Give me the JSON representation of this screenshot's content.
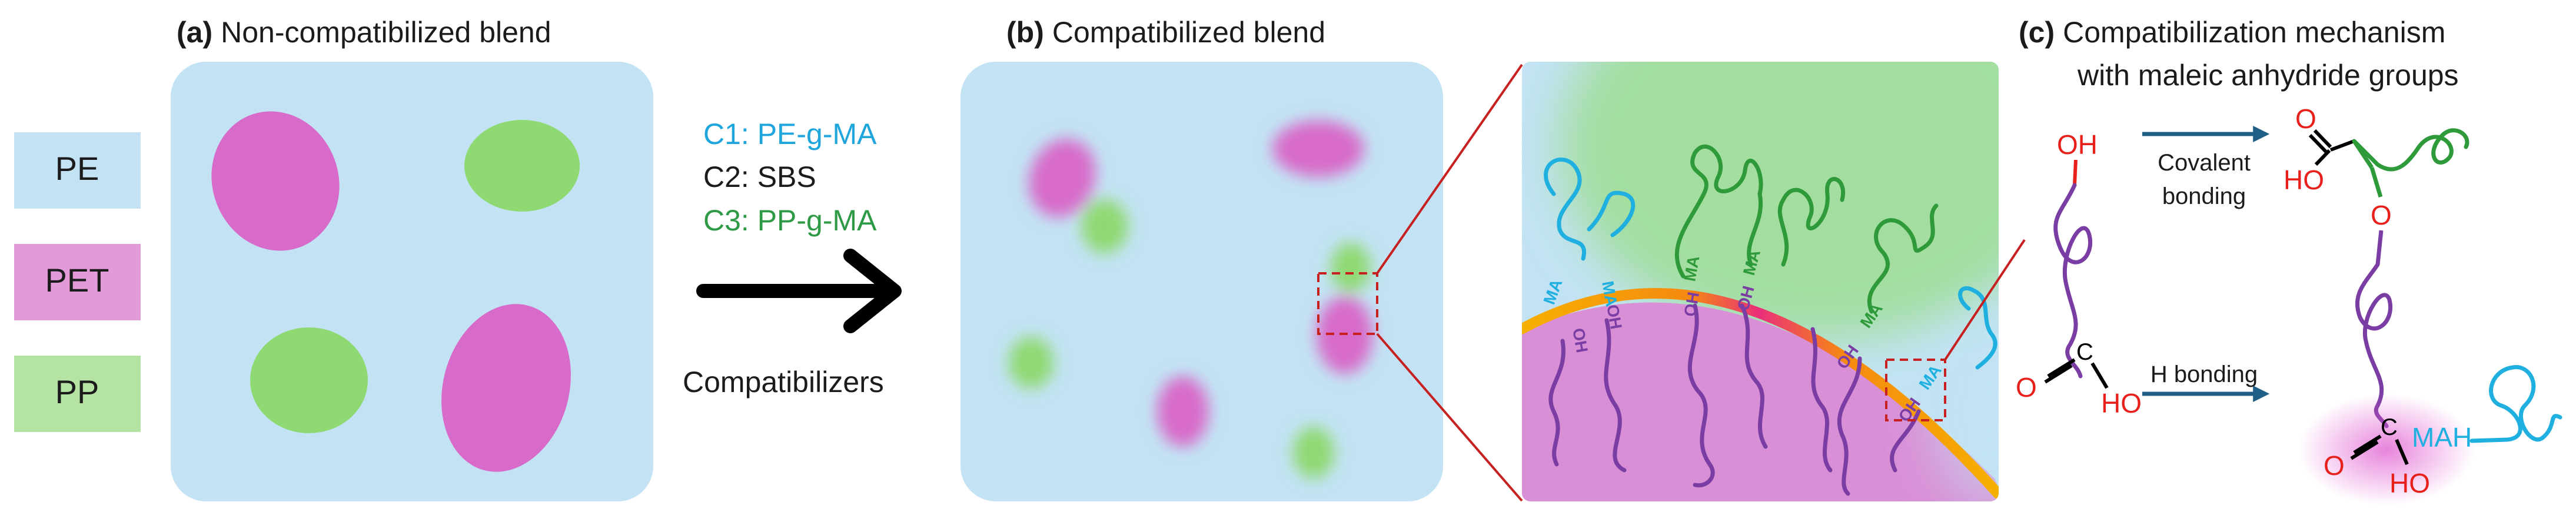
{
  "legend": {
    "items": [
      {
        "label": "PE",
        "color": "#c3e3f4"
      },
      {
        "label": "PET",
        "color": "#e39ad9"
      },
      {
        "label": "PP",
        "color": "#b4e3a3"
      }
    ]
  },
  "panel_a": {
    "letter": "(a)",
    "title": "Non-compatibilized blend"
  },
  "panel_b": {
    "letter": "(b)",
    "title": "Compatibilized blend"
  },
  "panel_c": {
    "letter": "(c)",
    "title_line1": "Compatibilization mechanism",
    "title_line2": "with maleic anhydride groups"
  },
  "compatibilizers": {
    "c1": "C1: PE-g-MA",
    "c2": "C2: SBS",
    "c3": "C3: PP-g-MA",
    "label": "Compatibilizers"
  },
  "colors": {
    "pe_bg": "#c3e3f4",
    "pet": "#d86ac9",
    "pp": "#8fd972",
    "c1_text": "#1ea5dc",
    "c3_text": "#2e9a45",
    "red_group": "#e8201c",
    "purple_chain": "#7a3da3",
    "green_chain": "#2e9a3a",
    "cyan_chain": "#1fb0e0",
    "arrow_blue": "#205f85"
  },
  "zoom": {
    "labels": {
      "ma": "MA",
      "oh": "OH",
      "mah": "MAH"
    }
  },
  "mechanism": {
    "oh_top": "OH",
    "o_left": "O",
    "c_atom": "C",
    "ho_bottom": "HO",
    "covalent": "Covalent",
    "bonding": "bonding",
    "h_bonding": "H bonding",
    "product_o": "O",
    "product_ho": "HO",
    "ester_o": "O",
    "bottom_o": "O",
    "bottom_c": "C",
    "bottom_ho": "HO",
    "bottom_mah": "MAH"
  }
}
